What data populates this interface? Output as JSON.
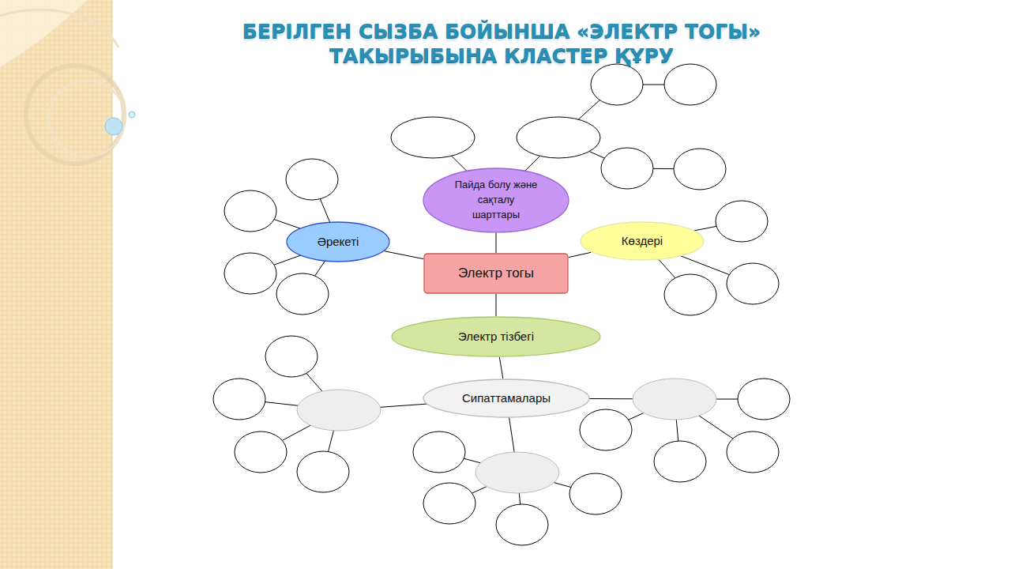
{
  "diagram": {
    "title": "БЕРІЛГЕН СЫЗБА БОЙЫНША «ЭЛЕКТР ТОГЫ» ТАКЫРЫБЫНА КЛАСТЕР ҚҰРУ",
    "nodes": [
      {
        "text": [
          "Пайда болу және сақталу шарттары"
        ]
      },
      {
        "text": [
          "Әрекеті"
        ]
      },
      {
        "text": [
          "Электр тогы"
        ]
      },
      {
        "text": [
          "Көздері"
        ]
      },
      {
        "text": [
          "Электр тізбегі"
        ]
      },
      {
        "text": [
          "Сипаттамалары"
        ]
      }
    ],
    "edges": [
      {
        "from": 2,
        "to": 0,
        "arrow": "none"
      },
      {
        "from": 2,
        "to": 1,
        "arrow": "none"
      },
      {
        "from": 2,
        "to": 3,
        "arrow": "none"
      },
      {
        "from": 2,
        "to": 4,
        "arrow": "none"
      },
      {
        "from": 4,
        "to": 5,
        "arrow": "none"
      }
    ]
  }
}
